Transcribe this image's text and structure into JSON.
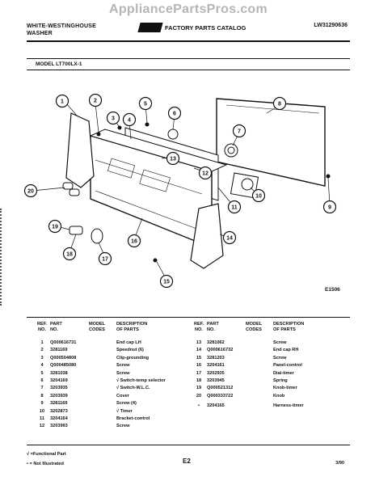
{
  "watermark": "AppliancePartsPros.com",
  "header": {
    "brand_line1": "WHITE-WESTINGHOUSE",
    "brand_line2": "WASHER",
    "catalog": "FACTORY PARTS CATALOG",
    "doc_code": "LW31290636"
  },
  "model": "MODEL LT700LX-1",
  "diagram_code": "E1506",
  "callouts": [
    "1",
    "2",
    "3",
    "4",
    "5",
    "6",
    "7",
    "8",
    "9",
    "10",
    "11",
    "12",
    "13",
    "14",
    "15",
    "16",
    "17",
    "18",
    "19",
    "20"
  ],
  "table_headers": {
    "ref": [
      "REF.",
      "NO."
    ],
    "part": [
      "PART",
      "NO."
    ],
    "model": [
      "MODEL",
      "CODES"
    ],
    "desc": [
      "DESCRIPTION",
      "OF PARTS"
    ]
  },
  "parts_left": [
    {
      "ref": "1",
      "part": "Q000616731",
      "code": "",
      "desc": "End cap LH"
    },
    {
      "ref": "2",
      "part": "3281169",
      "code": "",
      "desc": "Speednut (6)"
    },
    {
      "ref": "3",
      "part": "Q000504808",
      "code": "",
      "desc": "Clip-grounding"
    },
    {
      "ref": "4",
      "part": "Q000485080",
      "code": "",
      "desc": "Screw"
    },
    {
      "ref": "5",
      "part": "3281038",
      "code": "",
      "desc": "Screw"
    },
    {
      "ref": "6",
      "part": "3204169",
      "code": "",
      "desc": "√ Switch-temp selector"
    },
    {
      "ref": "7",
      "part": "3203935",
      "code": "",
      "desc": "√ Switch-W.L.C."
    },
    {
      "ref": "8",
      "part": "3203939",
      "code": "",
      "desc": "Cover"
    },
    {
      "ref": "9",
      "part": "3281169",
      "code": "",
      "desc": "Screw (4)"
    },
    {
      "ref": "10",
      "part": "3202873",
      "code": "",
      "desc": "√ Timer"
    },
    {
      "ref": "11",
      "part": "3204164",
      "code": "",
      "desc": "Bracket-control"
    },
    {
      "ref": "12",
      "part": "3203993",
      "code": "",
      "desc": "Screw"
    }
  ],
  "parts_right": [
    {
      "ref": "13",
      "part": "3281062",
      "code": "",
      "desc": "Screw"
    },
    {
      "ref": "14",
      "part": "Q000616732",
      "code": "",
      "desc": "End cap RH"
    },
    {
      "ref": "15",
      "part": "3281203",
      "code": "",
      "desc": "Screw"
    },
    {
      "ref": "16",
      "part": "3204161",
      "code": "",
      "desc": "Panel-control"
    },
    {
      "ref": "17",
      "part": "3202935",
      "code": "",
      "desc": "Dial-timer"
    },
    {
      "ref": "18",
      "part": "3203945",
      "code": "",
      "desc": "Spring"
    },
    {
      "ref": "19",
      "part": "Q000521312",
      "code": "",
      "desc": "Knob-timer"
    },
    {
      "ref": "20",
      "part": "Q000333722",
      "code": "",
      "desc": "Knob"
    },
    {
      "ref": "•",
      "part": "3204165",
      "code": "",
      "desc": "Harness-timer"
    }
  ],
  "footnotes": [
    "√ =Functional Part",
    "• = Not Illustrated"
  ],
  "page_number": "E2",
  "date": "3/90"
}
